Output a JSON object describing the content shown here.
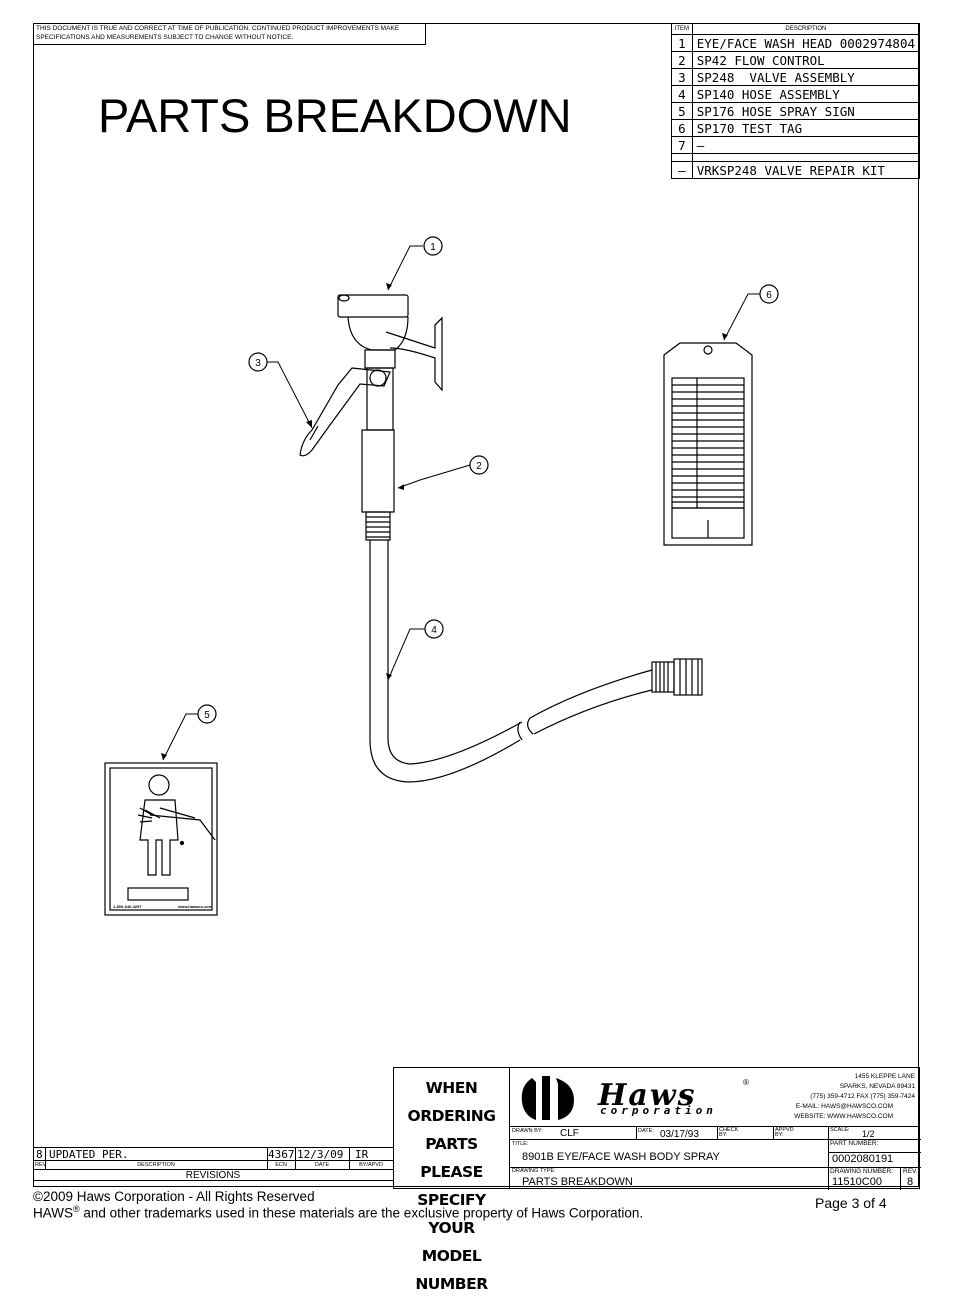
{
  "notice": "THIS DOCUMENT IS TRUE AND CORRECT AT TIME OF PUBLICATION. CONTINUED PRODUCT IMPROVEMENTS MAKE SPECIFICATIONS AND MEASUREMENTS SUBJECT TO CHANGE WITHOUT NOTICE.",
  "page_title": "PARTS BREAKDOWN",
  "parts_table": {
    "col_item": "ITEM",
    "col_description": "DESCRIPTION",
    "rows": [
      {
        "item": "1",
        "description": "EYE/FACE WASH HEAD 0002974804"
      },
      {
        "item": "2",
        "description": "SP42 FLOW CONTROL"
      },
      {
        "item": "3",
        "description": "SP248  VALVE ASSEMBLY"
      },
      {
        "item": "4",
        "description": "SP140 HOSE ASSEMBLY"
      },
      {
        "item": "5",
        "description": "SP176 HOSE SPRAY SIGN"
      },
      {
        "item": "6",
        "description": "SP170 TEST TAG"
      },
      {
        "item": "7",
        "description": "—"
      },
      {
        "item": "—",
        "description": "VRKSP248 VALVE REPAIR KIT"
      }
    ]
  },
  "callouts": [
    "1",
    "2",
    "3",
    "4",
    "5",
    "6"
  ],
  "sign_text": {
    "phone": "1-800-640-4297",
    "web": "www.hawsco.com"
  },
  "order_note": [
    "WHEN ORDERING",
    "PARTS PLEASE",
    "SPECIFY YOUR",
    "MODEL NUMBER"
  ],
  "company": {
    "logo_word": "Haws",
    "logo_sub": "corporation",
    "address1": "1455 KLEPPE LANE",
    "address2": "SPARKS, NEVADA 89431",
    "phone": "(775) 359-4712    FAX (775) 359-7424",
    "email": "E-MAIL: HAWS@HAWSCO.COM",
    "website": "WEBSITE: WWW.HAWSCO.COM"
  },
  "title_block": {
    "drawn_by_label": "DRAWN BY:",
    "drawn_by": "CLF",
    "date_label": "DATE:",
    "date": "03/17/93",
    "check_label": "CHECK BY:",
    "apvd_label": "APPVD BY:",
    "scale_label": "SCALE:",
    "scale": "1/2",
    "title_label": "TITLE:",
    "title": "8901B EYE/FACE WASH BODY SPRAY",
    "part_number_label": "PART NUMBER:",
    "part_number": "0002080191",
    "drawing_type_label": "DRAWING TYPE:",
    "drawing_type": "PARTS BREAKDOWN",
    "drawing_number_label": "DRAWING NUMBER:",
    "drawing_number": "11510C00",
    "rev_label": "REV.",
    "rev": "8"
  },
  "revisions": {
    "row": {
      "rev": "8",
      "description": "UPDATED PER.",
      "ecn": "4367",
      "date": "12/3/09",
      "by": "IR"
    },
    "headers": {
      "rev": "REV",
      "description": "DESCRIPTION",
      "ecn": "ECN",
      "date": "DATE",
      "by": "BY/APVD"
    },
    "caption": "REVISIONS"
  },
  "footer": {
    "copyright": "©2009 Haws Corporation - All Rights Reserved",
    "trademark_prefix": "HAWS",
    "trademark_mark": "®",
    "trademark_rest": " and other trademarks used in these materials are the exclusive property of Haws Corporation.",
    "page": "Page 3 of 4"
  }
}
